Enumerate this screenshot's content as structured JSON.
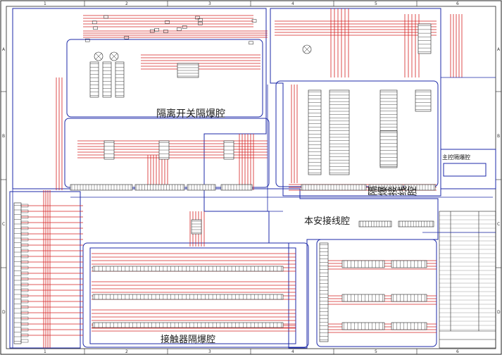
{
  "compartments": {
    "isolation_switch": "隔离开关隔爆腔",
    "explosion_terminal": "隔爆接线腔",
    "intrinsic_terminal": "本安接线腔",
    "contactor": "接触器隔爆腔",
    "main_control": "主控隔爆腔"
  },
  "grid": {
    "columns": [
      "1",
      "2",
      "3",
      "4",
      "5",
      "6"
    ],
    "rows": [
      "A",
      "B",
      "C",
      "D"
    ]
  },
  "colors": {
    "wire_red": "#d42020",
    "border_blue": "#1c2aa8",
    "frame_black": "#222222"
  }
}
